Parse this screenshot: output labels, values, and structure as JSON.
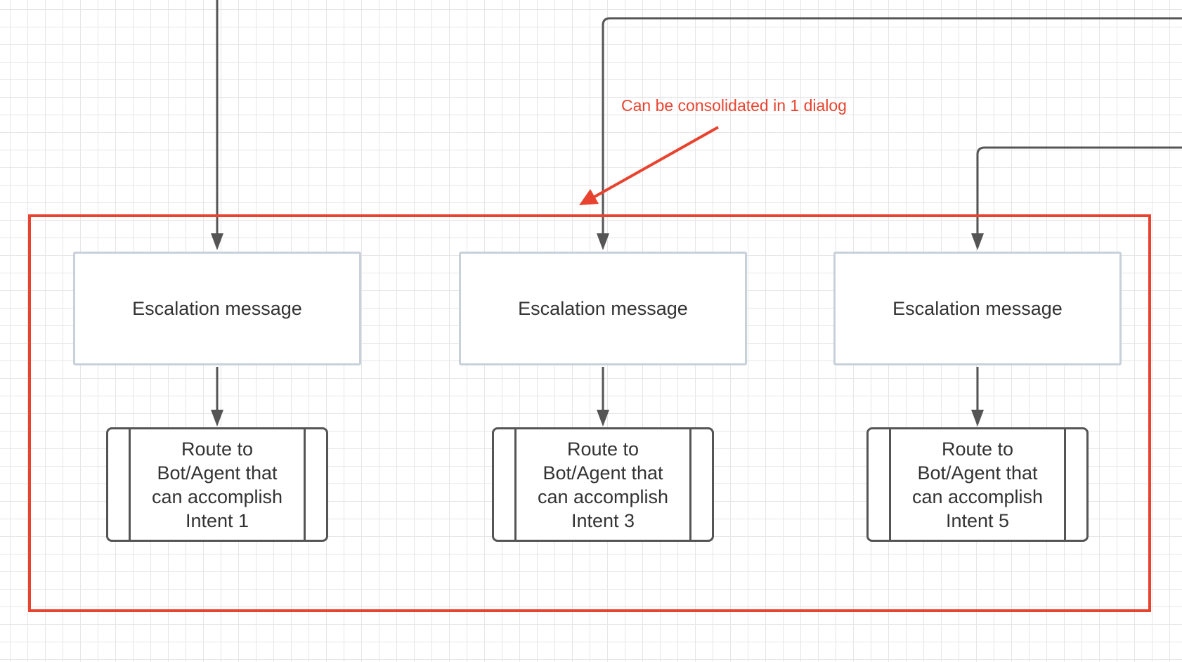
{
  "annotation": {
    "text": "Can be consolidated in 1 dialog",
    "color": "#e8432f"
  },
  "groups": [
    {
      "message": "Escalation message",
      "route_lines": [
        "Route to",
        "Bot/Agent that",
        "can accomplish",
        "Intent 1"
      ]
    },
    {
      "message": "Escalation message",
      "route_lines": [
        "Route to",
        "Bot/Agent that",
        "can accomplish",
        "Intent 3"
      ]
    },
    {
      "message": "Escalation message",
      "route_lines": [
        "Route to",
        "Bot/Agent that",
        "can accomplish",
        "Intent 5"
      ]
    }
  ],
  "colors": {
    "connector": "#555555",
    "group_border": "#e8432f",
    "message_border": "#c8d0da"
  }
}
